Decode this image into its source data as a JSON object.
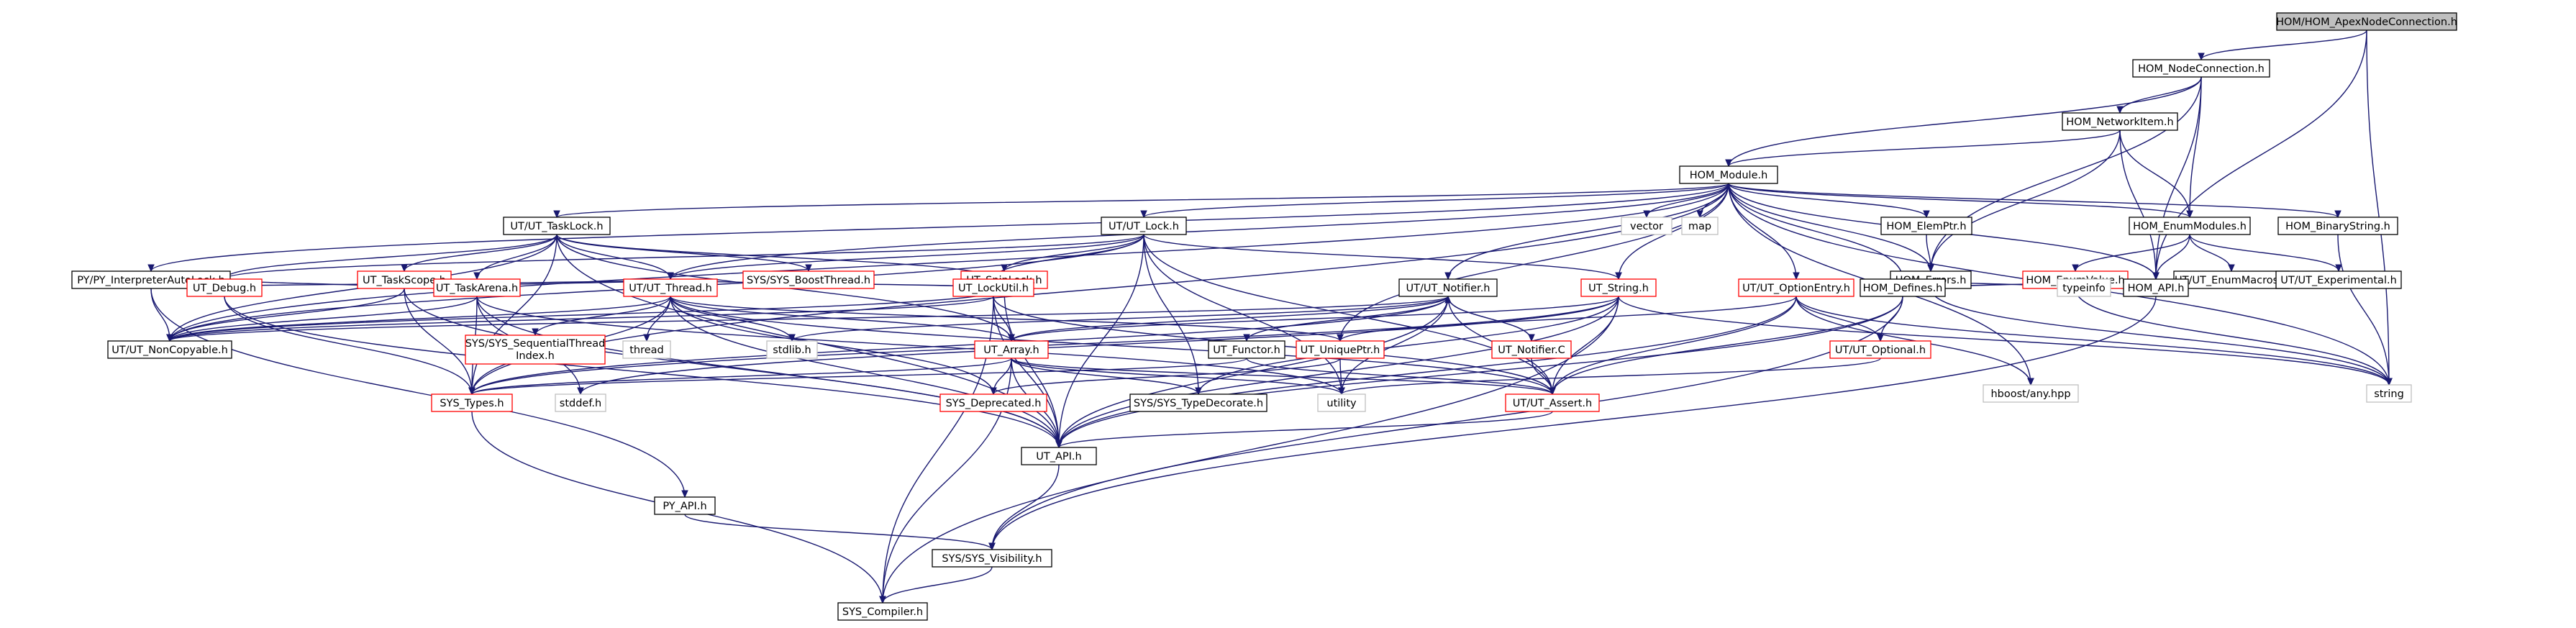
{
  "diagram": {
    "title": "HOM/HOM_ApexNodeConnection.h",
    "colors": {
      "root_fill": "#bfbfbf",
      "box_border": "#000000",
      "missing_border": "#ff0000",
      "system_border": "#bfbfbf",
      "edge": "#191970",
      "text": "#000000"
    },
    "nodes": [
      {
        "id": "n_root",
        "label": "HOM/HOM_ApexNodeConnection.h",
        "kind": "root"
      },
      {
        "id": "n_nodeconn",
        "label": "HOM_NodeConnection.h",
        "kind": "normal"
      },
      {
        "id": "n_netitem",
        "label": "HOM_NetworkItem.h",
        "kind": "normal"
      },
      {
        "id": "n_module",
        "label": "HOM_Module.h",
        "kind": "normal"
      },
      {
        "id": "n_tasklock",
        "label": "UT/UT_TaskLock.h",
        "kind": "normal"
      },
      {
        "id": "n_utlock",
        "label": "UT/UT_Lock.h",
        "kind": "normal"
      },
      {
        "id": "n_vector",
        "label": "vector",
        "kind": "system"
      },
      {
        "id": "n_map",
        "label": "map",
        "kind": "system"
      },
      {
        "id": "n_elemptr",
        "label": "HOM_ElemPtr.h",
        "kind": "normal"
      },
      {
        "id": "n_enummodules",
        "label": "HOM_EnumModules.h",
        "kind": "normal"
      },
      {
        "id": "n_binarystring",
        "label": "HOM_BinaryString.h",
        "kind": "normal"
      },
      {
        "id": "n_pyinterp",
        "label": "PY/PY_InterpreterAutoLock.h",
        "kind": "normal"
      },
      {
        "id": "n_boostthread",
        "label": "SYS/SYS_BoostThread.h",
        "kind": "missing"
      },
      {
        "id": "n_spinlock",
        "label": "UT_SpinLock.h",
        "kind": "missing"
      },
      {
        "id": "n_errors",
        "label": "HOM_Errors.h",
        "kind": "normal"
      },
      {
        "id": "n_enumvalue",
        "label": "HOM_EnumValue.h",
        "kind": "missing"
      },
      {
        "id": "n_enummacros",
        "label": "UT/UT_EnumMacros.h",
        "kind": "normal"
      },
      {
        "id": "n_experimental",
        "label": "UT/UT_Experimental.h",
        "kind": "normal"
      },
      {
        "id": "n_taskscope",
        "label": "UT_TaskScope.h",
        "kind": "missing"
      },
      {
        "id": "n_debug",
        "label": "UT_Debug.h",
        "kind": "missing"
      },
      {
        "id": "n_taskarena",
        "label": "UT_TaskArena.h",
        "kind": "missing"
      },
      {
        "id": "n_thread",
        "label": "UT/UT_Thread.h",
        "kind": "missing"
      },
      {
        "id": "n_lockutil",
        "label": "UT_LockUtil.h",
        "kind": "missing"
      },
      {
        "id": "n_notifier",
        "label": "UT/UT_Notifier.h",
        "kind": "normal"
      },
      {
        "id": "n_string",
        "label": "UT_String.h",
        "kind": "missing"
      },
      {
        "id": "n_optionentry",
        "label": "UT/UT_OptionEntry.h",
        "kind": "missing"
      },
      {
        "id": "n_defines",
        "label": "HOM_Defines.h",
        "kind": "normal"
      },
      {
        "id": "n_typeinfo",
        "label": "typeinfo",
        "kind": "system"
      },
      {
        "id": "n_homapi",
        "label": "HOM_API.h",
        "kind": "normal"
      },
      {
        "id": "n_noncopyable",
        "label": "UT/UT_NonCopyable.h",
        "kind": "normal"
      },
      {
        "id": "n_seqthread",
        "label": [
          "SYS/SYS_SequentialThread",
          "Index.h"
        ],
        "kind": "missing"
      },
      {
        "id": "n_threadsys",
        "label": "thread",
        "kind": "system"
      },
      {
        "id": "n_stdlib",
        "label": "stdlib.h",
        "kind": "system"
      },
      {
        "id": "n_utarray",
        "label": "UT_Array.h",
        "kind": "missing"
      },
      {
        "id": "n_functor",
        "label": "UT_Functor.h",
        "kind": "normal"
      },
      {
        "id": "n_uniqueptr",
        "label": "UT_UniquePtr.h",
        "kind": "missing"
      },
      {
        "id": "n_notifierc",
        "label": "UT_Notifier.C",
        "kind": "missing"
      },
      {
        "id": "n_optional",
        "label": "UT/UT_Optional.h",
        "kind": "missing"
      },
      {
        "id": "n_anyhpp",
        "label": "hboost/any.hpp",
        "kind": "system"
      },
      {
        "id": "n_string_sys",
        "label": "string",
        "kind": "system"
      },
      {
        "id": "n_systypes",
        "label": "SYS_Types.h",
        "kind": "missing"
      },
      {
        "id": "n_stddef",
        "label": "stddef.h",
        "kind": "system"
      },
      {
        "id": "n_deprecated",
        "label": "SYS_Deprecated.h",
        "kind": "missing"
      },
      {
        "id": "n_typedecorate",
        "label": "SYS/SYS_TypeDecorate.h",
        "kind": "normal"
      },
      {
        "id": "n_utility",
        "label": "utility",
        "kind": "system"
      },
      {
        "id": "n_utassert",
        "label": "UT/UT_Assert.h",
        "kind": "missing"
      },
      {
        "id": "n_utapi",
        "label": "UT_API.h",
        "kind": "normal"
      },
      {
        "id": "n_pyapi",
        "label": "PY_API.h",
        "kind": "normal"
      },
      {
        "id": "n_visibility",
        "label": "SYS/SYS_Visibility.h",
        "kind": "normal"
      },
      {
        "id": "n_compiler",
        "label": "SYS_Compiler.h",
        "kind": "normal"
      }
    ],
    "edges": [
      [
        "n_root",
        "n_nodeconn"
      ],
      [
        "n_root",
        "n_homapi"
      ],
      [
        "n_root",
        "n_string_sys"
      ],
      [
        "n_nodeconn",
        "n_netitem"
      ],
      [
        "n_nodeconn",
        "n_module"
      ],
      [
        "n_nodeconn",
        "n_errors"
      ],
      [
        "n_nodeconn",
        "n_enummodules"
      ],
      [
        "n_nodeconn",
        "n_homapi"
      ],
      [
        "n_netitem",
        "n_module"
      ],
      [
        "n_netitem",
        "n_errors"
      ],
      [
        "n_netitem",
        "n_enummodules"
      ],
      [
        "n_netitem",
        "n_homapi"
      ],
      [
        "n_module",
        "n_tasklock"
      ],
      [
        "n_module",
        "n_utlock"
      ],
      [
        "n_module",
        "n_vector"
      ],
      [
        "n_module",
        "n_map"
      ],
      [
        "n_module",
        "n_elemptr"
      ],
      [
        "n_module",
        "n_enummodules"
      ],
      [
        "n_module",
        "n_binarystring"
      ],
      [
        "n_module",
        "n_pyinterp"
      ],
      [
        "n_module",
        "n_errors"
      ],
      [
        "n_module",
        "n_defines"
      ],
      [
        "n_module",
        "n_homapi"
      ],
      [
        "n_module",
        "n_notifier"
      ],
      [
        "n_module",
        "n_string"
      ],
      [
        "n_module",
        "n_optionentry"
      ],
      [
        "n_module",
        "n_thread"
      ],
      [
        "n_module",
        "n_noncopyable"
      ],
      [
        "n_module",
        "n_string_sys"
      ],
      [
        "n_module",
        "n_uniqueptr"
      ],
      [
        "n_module",
        "n_anyhpp"
      ],
      [
        "n_module",
        "n_systypes"
      ],
      [
        "n_tasklock",
        "n_boostthread"
      ],
      [
        "n_tasklock",
        "n_taskscope"
      ],
      [
        "n_tasklock",
        "n_debug"
      ],
      [
        "n_tasklock",
        "n_taskarena"
      ],
      [
        "n_tasklock",
        "n_thread"
      ],
      [
        "n_tasklock",
        "n_lockutil"
      ],
      [
        "n_tasklock",
        "n_noncopyable"
      ],
      [
        "n_tasklock",
        "n_utarray"
      ],
      [
        "n_tasklock",
        "n_systypes"
      ],
      [
        "n_tasklock",
        "n_utapi"
      ],
      [
        "n_utlock",
        "n_spinlock"
      ],
      [
        "n_utlock",
        "n_lockutil"
      ],
      [
        "n_utlock",
        "n_thread"
      ],
      [
        "n_utlock",
        "n_noncopyable"
      ],
      [
        "n_utlock",
        "n_debug"
      ],
      [
        "n_utlock",
        "n_typedecorate"
      ],
      [
        "n_utlock",
        "n_utassert"
      ],
      [
        "n_utlock",
        "n_utapi"
      ],
      [
        "n_utlock",
        "n_utility"
      ],
      [
        "n_utlock",
        "n_string"
      ],
      [
        "n_pyinterp",
        "n_thread"
      ],
      [
        "n_pyinterp",
        "n_noncopyable"
      ],
      [
        "n_pyinterp",
        "n_pyapi"
      ],
      [
        "n_spinlock",
        "n_thread"
      ],
      [
        "n_spinlock",
        "n_lockutil"
      ],
      [
        "n_spinlock",
        "n_noncopyable"
      ],
      [
        "n_spinlock",
        "n_utapi"
      ],
      [
        "n_elemptr",
        "n_errors"
      ],
      [
        "n_errors",
        "n_homapi"
      ],
      [
        "n_errors",
        "n_string_sys"
      ],
      [
        "n_enummodules",
        "n_enumvalue"
      ],
      [
        "n_enummodules",
        "n_enummacros"
      ],
      [
        "n_enummodules",
        "n_experimental"
      ],
      [
        "n_enummodules",
        "n_homapi"
      ],
      [
        "n_enumvalue",
        "n_defines"
      ],
      [
        "n_enumvalue",
        "n_typeinfo"
      ],
      [
        "n_enumvalue",
        "n_homapi"
      ],
      [
        "n_enumvalue",
        "n_string_sys"
      ],
      [
        "n_binarystring",
        "n_string_sys"
      ],
      [
        "n_taskscope",
        "n_debug"
      ],
      [
        "n_taskscope",
        "n_thread"
      ],
      [
        "n_taskscope",
        "n_noncopyable"
      ],
      [
        "n_taskscope",
        "n_utapi"
      ],
      [
        "n_taskscope",
        "n_systypes"
      ],
      [
        "n_debug",
        "n_utapi"
      ],
      [
        "n_debug",
        "n_systypes"
      ],
      [
        "n_taskarena",
        "n_noncopyable"
      ],
      [
        "n_taskarena",
        "n_systypes"
      ],
      [
        "n_taskarena",
        "n_stddef"
      ],
      [
        "n_taskarena",
        "n_utapi"
      ],
      [
        "n_taskarena",
        "n_utility"
      ],
      [
        "n_thread",
        "n_seqthread"
      ],
      [
        "n_thread",
        "n_threadsys"
      ],
      [
        "n_thread",
        "n_stdlib"
      ],
      [
        "n_thread",
        "n_utarray"
      ],
      [
        "n_thread",
        "n_noncopyable"
      ],
      [
        "n_thread",
        "n_systypes"
      ],
      [
        "n_thread",
        "n_deprecated"
      ],
      [
        "n_thread",
        "n_utassert"
      ],
      [
        "n_thread",
        "n_utapi"
      ],
      [
        "n_thread",
        "n_uniqueptr"
      ],
      [
        "n_lockutil",
        "n_utarray"
      ],
      [
        "n_lockutil",
        "n_utassert"
      ],
      [
        "n_lockutil",
        "n_compiler"
      ],
      [
        "n_lockutil",
        "n_utapi"
      ],
      [
        "n_lockutil",
        "n_noncopyable"
      ],
      [
        "n_notifier",
        "n_functor"
      ],
      [
        "n_notifier",
        "n_notifierc"
      ],
      [
        "n_notifier",
        "n_utarray"
      ],
      [
        "n_notifier",
        "n_utassert"
      ],
      [
        "n_notifier",
        "n_utility"
      ],
      [
        "n_notifier",
        "n_noncopyable"
      ],
      [
        "n_notifier",
        "n_utapi"
      ],
      [
        "n_notifier",
        "n_systypes"
      ],
      [
        "n_notifier",
        "n_stdlib"
      ],
      [
        "n_notifierc",
        "n_notifier"
      ],
      [
        "n_notifierc",
        "n_utassert"
      ],
      [
        "n_string",
        "n_utarray"
      ],
      [
        "n_string",
        "n_utassert"
      ],
      [
        "n_string",
        "n_systypes"
      ],
      [
        "n_string",
        "n_utapi"
      ],
      [
        "n_string",
        "n_string_sys"
      ],
      [
        "n_string",
        "n_compiler"
      ],
      [
        "n_string",
        "n_stddef"
      ],
      [
        "n_string",
        "n_typedecorate"
      ],
      [
        "n_optionentry",
        "n_uniqueptr"
      ],
      [
        "n_optionentry",
        "n_optional"
      ],
      [
        "n_optionentry",
        "n_utassert"
      ],
      [
        "n_optionentry",
        "n_utapi"
      ],
      [
        "n_optionentry",
        "n_anyhpp"
      ],
      [
        "n_optionentry",
        "n_string_sys"
      ],
      [
        "n_defines",
        "n_optional"
      ],
      [
        "n_defines",
        "n_utassert"
      ],
      [
        "n_defines",
        "n_utapi"
      ],
      [
        "n_defines",
        "n_visibility"
      ],
      [
        "n_homapi",
        "n_visibility"
      ],
      [
        "n_functor",
        "n_systypes"
      ],
      [
        "n_functor",
        "n_utassert"
      ],
      [
        "n_uniqueptr",
        "n_utility"
      ],
      [
        "n_uniqueptr",
        "n_deprecated"
      ],
      [
        "n_optional",
        "n_utility"
      ],
      [
        "n_utarray",
        "n_systypes"
      ],
      [
        "n_utarray",
        "n_deprecated"
      ],
      [
        "n_utarray",
        "n_typedecorate"
      ],
      [
        "n_utarray",
        "n_utility"
      ],
      [
        "n_utarray",
        "n_utassert"
      ],
      [
        "n_utarray",
        "n_utapi"
      ],
      [
        "n_utarray",
        "n_compiler"
      ],
      [
        "n_systypes",
        "n_compiler"
      ],
      [
        "n_utassert",
        "n_utapi"
      ],
      [
        "n_utapi",
        "n_visibility"
      ],
      [
        "n_pyapi",
        "n_visibility"
      ],
      [
        "n_visibility",
        "n_compiler"
      ]
    ]
  }
}
